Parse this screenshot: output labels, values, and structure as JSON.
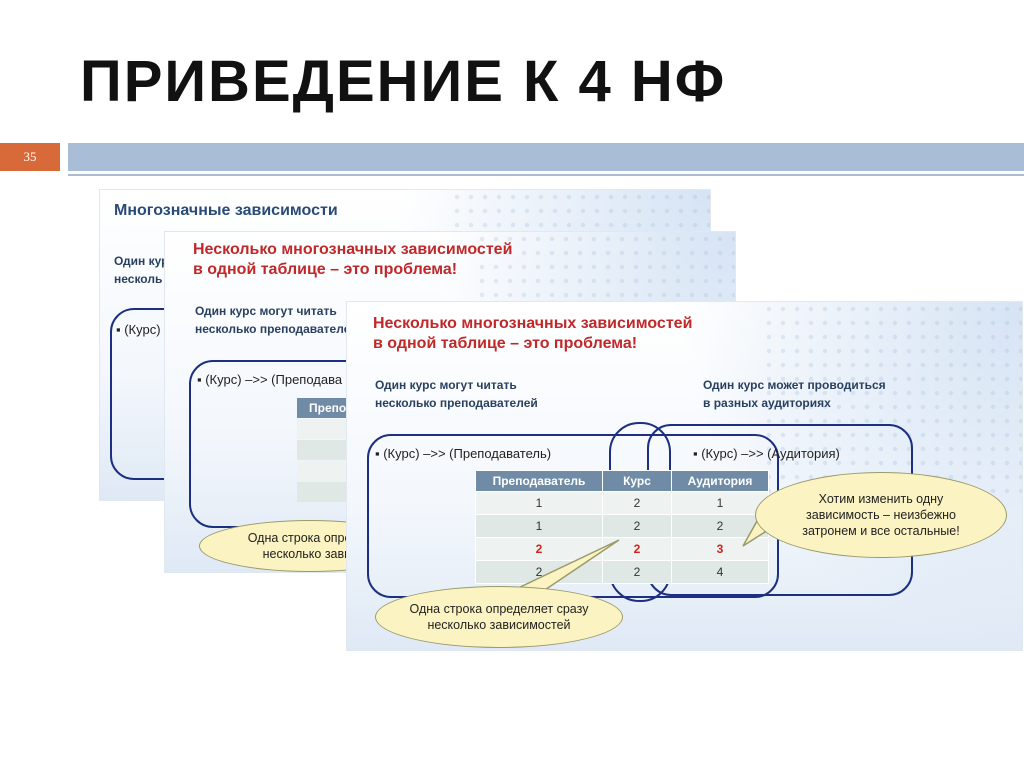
{
  "title": "ПРИВЕДЕНИЕ К 4 НФ",
  "slide_number": "35",
  "slide1": {
    "heading": "Многозначные зависимости",
    "text_line1": "Один кур",
    "text_line2": "несколь",
    "bullet": "▪ (Курс)"
  },
  "slide2": {
    "heading_line1": "Несколько многозначных зависимостей",
    "heading_line2": "в одной таблице – это проблема!",
    "text_line1": "Один курс могут читать",
    "text_line2": "несколько преподавателе",
    "bullet": "▪ (Курс) –>> (Преподава",
    "table_header": "Препода",
    "bubble_line1": "Одна строка определ",
    "bubble_line2": "несколько завис"
  },
  "slide3": {
    "heading_line1": "Несколько многозначных зависимостей",
    "heading_line2": "в одной таблице – это проблема!",
    "left_text_line1": "Один курс могут читать",
    "left_text_line2": "несколько преподавателей",
    "right_text_line1": "Один курс может проводиться",
    "right_text_line2": "в разных аудиториях",
    "bullet_left": "▪ (Курс) –>> (Преподаватель)",
    "bullet_right": "▪ (Курс) –>> (Аудитория)",
    "table": {
      "headers": [
        "Преподаватель",
        "Курс",
        "Аудитория"
      ],
      "rows": [
        [
          "1",
          "2",
          "1"
        ],
        [
          "1",
          "2",
          "2"
        ],
        [
          "2",
          "2",
          "3"
        ],
        [
          "2",
          "2",
          "4"
        ]
      ]
    },
    "bubble_left_line1": "Одна строка определяет сразу",
    "bubble_left_line2": "несколько зависимостей",
    "bubble_right_line1": "Хотим изменить одну",
    "bubble_right_line2": "зависимость – неизбежно",
    "bubble_right_line3": "затронем и все остальные!"
  }
}
